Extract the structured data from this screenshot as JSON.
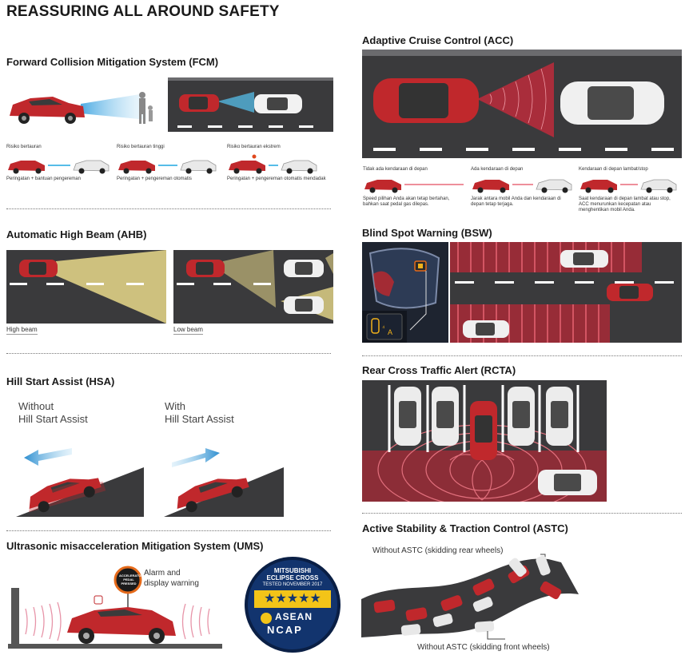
{
  "page": {
    "title": "REASSURING ALL AROUND SAFETY"
  },
  "fcm": {
    "title": "Forward Collision Mitigation System (FCM)",
    "stages": [
      {
        "risk": "Risiko bertauran",
        "action": "Peringatan + bantuan pengereman"
      },
      {
        "risk": "Risiko bertauran tinggi",
        "action": "Peringatan + pengereman otomatis"
      },
      {
        "risk": "Risiko bertauran ekstrem",
        "action": "Peringatan + pengereman otomatis mendadak"
      }
    ]
  },
  "acc": {
    "title": "Adaptive Cruise Control (ACC)",
    "stages": [
      {
        "condition": "Tidak ada kendaraan di depan",
        "desc": "Speed pilihan Anda akan tetap bertahan, bahkan saat pedal gas dilepas."
      },
      {
        "condition": "Ada kendaraan di depan",
        "desc": "Jarak antara mobil Anda dan kendaraan di depan tetap terjaga."
      },
      {
        "condition": "Kendaraan di depan lambat/stop",
        "desc": "Saat kendaraan di depan lambat atau stop, ACC menurunkan kecepatan atau menghentikan mobil Anda."
      }
    ]
  },
  "ahb": {
    "title": "Automatic High Beam (AHB)",
    "high_label": "High beam",
    "low_label": "Low beam"
  },
  "bsw": {
    "title": "Blind Spot Warning (BSW)"
  },
  "hsa": {
    "title": "Hill Start Assist (HSA)",
    "without_label": "Without\nHill Start Assist",
    "with_label": "With\nHill Start Assist"
  },
  "rcta": {
    "title": "Rear Cross Traffic Alert (RCTA)"
  },
  "ums": {
    "title": "Ultrasonic misacceleration Mitigation System (UMS)",
    "alarm_label": "Alarm and\ndisplay warning",
    "warning_text": "ACCELERATOR PEDAL PRESSED"
  },
  "ncap": {
    "brand": "MITSUBISHI",
    "model": "ECLIPSE CROSS",
    "tested": "TESTED NOVEMBER 2017",
    "stars": "★★★★★",
    "org_top": "ASEAN",
    "org_bottom": "NCAP"
  },
  "astc": {
    "title": "Active Stability & Traction Control (ASTC)",
    "rear_label": "Without ASTC (skidding rear wheels)",
    "front_label": "Without ASTC (skidding front wheels)"
  },
  "colors": {
    "car_red": "#c0282c",
    "road": "#3a3a3c",
    "beam_blue": "#5fb8e6",
    "radar_red": "#d9283a",
    "beam_yellow": "#e9d98a"
  }
}
